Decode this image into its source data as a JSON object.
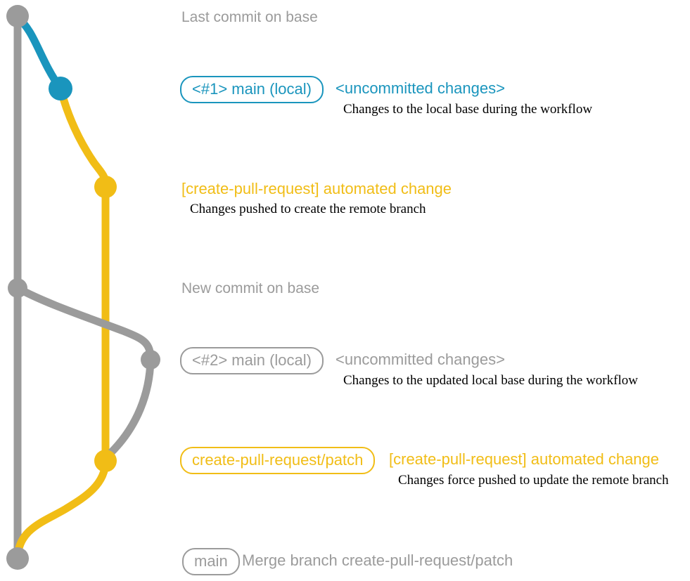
{
  "colors": {
    "gray": "#9b9b9b",
    "blue": "#1a95bd",
    "yellow": "#f1bd16",
    "caption_text": "#000000",
    "background": "#ffffff"
  },
  "notes": {
    "last_commit_on_base": "Last commit on base",
    "new_commit_on_base": "New commit on base"
  },
  "rows": [
    {
      "badge": "<#1> main (local)",
      "message": "<uncommitted changes>",
      "caption": "Changes to the local base during the workflow"
    },
    {
      "message": "[create-pull-request] automated change",
      "caption": "Changes pushed to create the remote branch"
    },
    {
      "badge": "<#2> main (local)",
      "message": "<uncommitted changes>",
      "caption": "Changes to the updated local base during the workflow"
    },
    {
      "badge": "create-pull-request/patch",
      "message": "[create-pull-request] automated change",
      "caption": "Changes force pushed to update the remote branch"
    },
    {
      "badge": "main",
      "message": "Merge branch create-pull-request/patch"
    }
  ],
  "graph": {
    "commits": [
      {
        "id": "base-tip",
        "branch": "base",
        "color": "gray",
        "label": "Last commit on base"
      },
      {
        "id": "local-main-1",
        "branch": "main (local)",
        "color": "blue",
        "label": "<#1> main (local)"
      },
      {
        "id": "patch-commit-1",
        "branch": "create-pull-request/patch",
        "color": "yellow",
        "label": "[create-pull-request] automated change"
      },
      {
        "id": "base-new-commit",
        "branch": "base",
        "color": "gray",
        "label": "New commit on base"
      },
      {
        "id": "local-main-2",
        "branch": "main (local)",
        "color": "gray",
        "label": "<#2> main (local)"
      },
      {
        "id": "patch-commit-2",
        "branch": "create-pull-request/patch",
        "color": "yellow",
        "label": "[create-pull-request] automated change"
      },
      {
        "id": "merge-commit",
        "branch": "main",
        "color": "gray",
        "label": "Merge branch create-pull-request/patch"
      }
    ]
  }
}
